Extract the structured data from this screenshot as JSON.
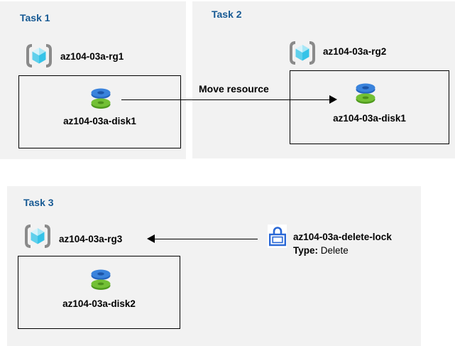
{
  "colors": {
    "panel_bg": "#f2f2f2",
    "title_blue": "#175a94",
    "text_black": "#000000",
    "lock_blue": "#2a68d6",
    "disk_blue": "#3a83dc",
    "disk_green": "#73c035",
    "cube_cyan": "#35c3e8",
    "bracket_gray": "#8a8a8a"
  },
  "icons": {
    "resource_group": "resource-group-icon",
    "disk": "disk-icon",
    "lock": "lock-icon"
  },
  "tasks": [
    {
      "title": "Task 1",
      "rg_label": "az104-03a-rg1",
      "disk_label": "az104-03a-disk1"
    },
    {
      "title": "Task 2",
      "rg_label": "az104-03a-rg2",
      "disk_label": "az104-03a-disk1"
    },
    {
      "title": "Task 3",
      "rg_label": "az104-03a-rg3",
      "disk_label": "az104-03a-disk2"
    }
  ],
  "arrows": {
    "move_label": "Move resource"
  },
  "lock": {
    "name": "az104-03a-delete-lock",
    "type_label": "Type:",
    "type_value": "Delete"
  }
}
